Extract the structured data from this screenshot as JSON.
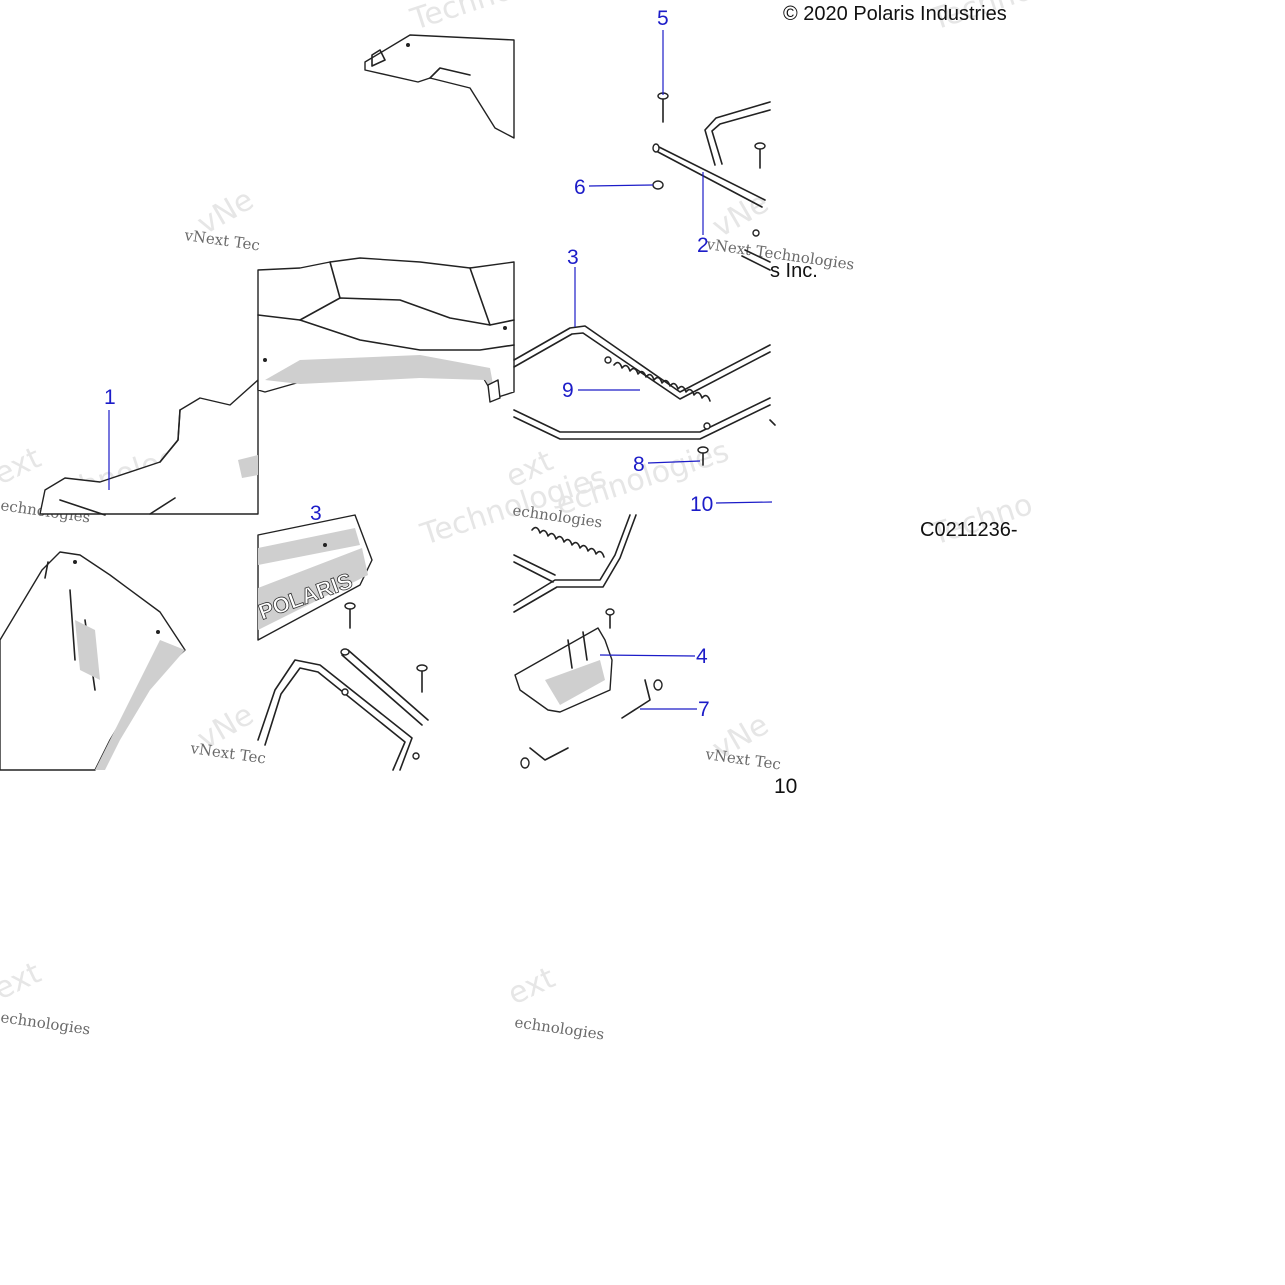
{
  "copyright": "© 2020 Polaris Industries",
  "copyright_fragment": "s Inc.",
  "diagram_code": "C0211236-",
  "brand_logo_text": "POLARIS",
  "callouts": [
    {
      "id": "callout-1",
      "label": "1"
    },
    {
      "id": "callout-2",
      "label": "2"
    },
    {
      "id": "callout-3a",
      "label": "3"
    },
    {
      "id": "callout-3b",
      "label": "3"
    },
    {
      "id": "callout-4",
      "label": "4"
    },
    {
      "id": "callout-5",
      "label": "5"
    },
    {
      "id": "callout-6",
      "label": "6"
    },
    {
      "id": "callout-7",
      "label": "7"
    },
    {
      "id": "callout-8",
      "label": "8"
    },
    {
      "id": "callout-9",
      "label": "9"
    },
    {
      "id": "callout-10a",
      "label": "10"
    },
    {
      "id": "callout-10b",
      "label": "10"
    }
  ],
  "watermarks": {
    "vnext_tec": "vNext Tec",
    "vnext_technologies": "vNext Technologies",
    "technologies": "Technologies",
    "technologies_fragment": "echnologies",
    "techno": "Techno",
    "ext": "ext",
    "vne": "vNe"
  }
}
